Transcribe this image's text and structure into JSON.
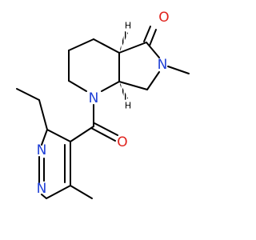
{
  "molecule": {
    "atom_labels": {
      "n_pip": "N",
      "n_pyr": "N",
      "o_ketone": "O",
      "o_amide": "O",
      "n_pz1": "N",
      "n_pz2": "N"
    },
    "stereo_h": {
      "h_top": "H",
      "h_bottom": "H"
    },
    "colors": {
      "nitrogen": "#1f3fd6",
      "oxygen": "#e0221c",
      "carbon_bond": "#000000"
    }
  }
}
